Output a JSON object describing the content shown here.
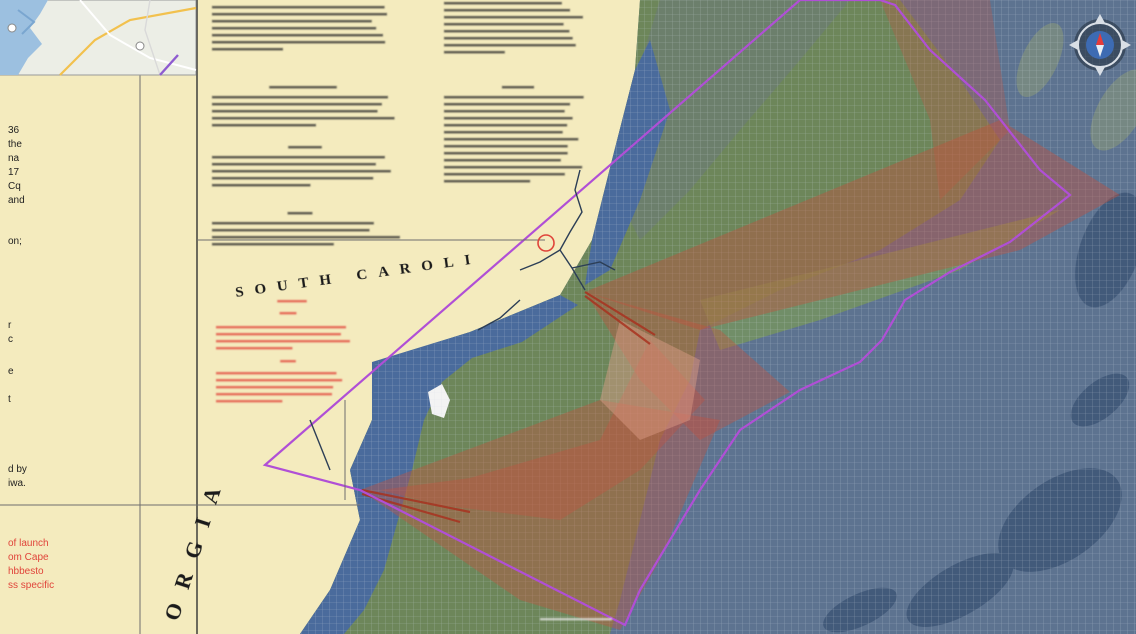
{
  "map": {
    "labels": {
      "south_carolina": "SOUTH CAROLI",
      "georgia": "ORGIA"
    },
    "margin_text": [
      "36",
      "the",
      "na",
      "17",
      "Cq",
      "and",
      "on;",
      "r",
      "c",
      "e",
      "t",
      "d by",
      "iwa."
    ],
    "margin_red_text": [
      "of launch",
      "om Cape",
      "hbbesto",
      "ss specific"
    ]
  },
  "controls": {
    "compass": {
      "icon": "compass-rose-icon"
    },
    "inset_map": {
      "icon": "overview-map-icon"
    }
  },
  "colors": {
    "chart_land": "#f4ebbe",
    "deep_ocean": "#5d7390",
    "shelf_green": "#6f8856",
    "coastal_blue": "#4a6b9c",
    "shipping_lane": "#c2523e",
    "boundary": "#b04fd6",
    "grid": "#d6dde6",
    "chart_text_red": "#e0443a"
  }
}
